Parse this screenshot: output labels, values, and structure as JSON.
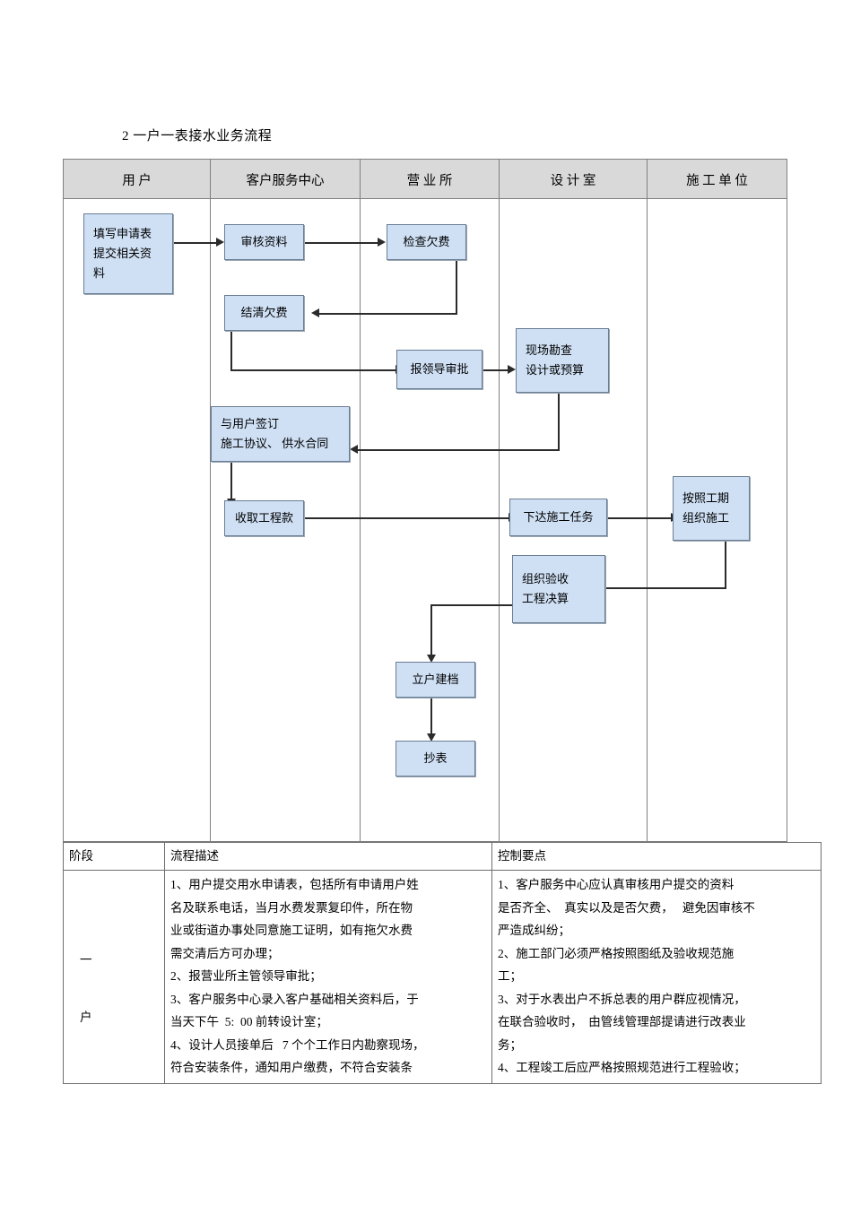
{
  "document": {
    "title": "2  一户一表接水业务流程"
  },
  "chart_data": {
    "type": "diagram",
    "title": "2  一户一表接水业务流程",
    "lanes": [
      {
        "label": "用    户"
      },
      {
        "label": "客户服务中心"
      },
      {
        "label": "营 业 所"
      },
      {
        "label": "设 计 室"
      },
      {
        "label": "施 工 单 位"
      }
    ],
    "nodes": [
      {
        "id": "n1",
        "lines": [
          "填写申请表",
          "提交相关资",
          "料"
        ],
        "lane": "用户"
      },
      {
        "id": "n2",
        "lines": [
          "审核资料"
        ],
        "lane": "客户服务中心"
      },
      {
        "id": "n3",
        "lines": [
          "检查欠费"
        ],
        "lane": "营业所"
      },
      {
        "id": "n4",
        "lines": [
          "结清欠费"
        ],
        "lane": "客户服务中心"
      },
      {
        "id": "n5",
        "lines": [
          "报领导审批"
        ],
        "lane": "营业所"
      },
      {
        "id": "n6",
        "lines": [
          "现场勘查",
          "设计或预算"
        ],
        "lane": "设计室"
      },
      {
        "id": "n7",
        "lines": [
          "与用户签订",
          "施工协议、 供水合同"
        ],
        "lane": "客户服务中心"
      },
      {
        "id": "n8",
        "lines": [
          "收取工程款"
        ],
        "lane": "客户服务中心"
      },
      {
        "id": "n9",
        "lines": [
          "下达施工任务"
        ],
        "lane": "设计室"
      },
      {
        "id": "n10",
        "lines": [
          "按照工期",
          "组织施工"
        ],
        "lane": "施工单位"
      },
      {
        "id": "n11",
        "lines": [
          "组织验收",
          "工程决算"
        ],
        "lane": "设计室"
      },
      {
        "id": "n12",
        "lines": [
          "立户建档"
        ],
        "lane": "设计室"
      },
      {
        "id": "n13",
        "lines": [
          "抄表"
        ],
        "lane": "设计室"
      }
    ],
    "edges": [
      {
        "from": "n1",
        "to": "n2"
      },
      {
        "from": "n2",
        "to": "n3"
      },
      {
        "from": "n3",
        "to": "n4"
      },
      {
        "from": "n4",
        "to": "n5"
      },
      {
        "from": "n5",
        "to": "n6"
      },
      {
        "from": "n6",
        "to": "n7"
      },
      {
        "from": "n7",
        "to": "n8"
      },
      {
        "from": "n8",
        "to": "n9"
      },
      {
        "from": "n9",
        "to": "n10"
      },
      {
        "from": "n10",
        "to": "n11"
      },
      {
        "from": "n11",
        "to": "n12"
      },
      {
        "from": "n12",
        "to": "n13"
      }
    ],
    "node_fill": "#cfe0f5",
    "node_stroke": "#6b7d93",
    "lane_header_fill": "#d9d9d9"
  },
  "table": {
    "headers": [
      "阶段",
      "流程描述",
      "控制要点"
    ],
    "rows": [
      {
        "stage": "一户",
        "stage_line1": "一",
        "stage_line2": "户",
        "process": "1、用户提交用水申请表，包括所有申请用户姓\n名及联系电话，当月水费发票复印件，所在物\n业或街道办事处同意施工证明，如有拖欠水费\n需交清后方可办理；\n2、报营业所主管领导审批；\n3、客户服务中心录入客户基础相关资料后，于\n当天下午  5:  00 前转设计室；\n4、设计人员接单后   7 个个工作日内勘察现场，\n符合安装条件，通知用户缴费，不符合安装条",
        "control": "1、客户服务中心应认真审核用户提交的资料\n是否齐全、  真实以及是否欠费，   避免因审核不\n严造成纠纷；\n2、施工部门必须严格按照图纸及验收规范施\n工；\n3、对于水表出户不拆总表的用户群应视情况，\n在联合验收时，  由管线管理部提请进行改表业\n务；\n4、工程竣工后应严格按照规范进行工程验收；"
      }
    ]
  }
}
